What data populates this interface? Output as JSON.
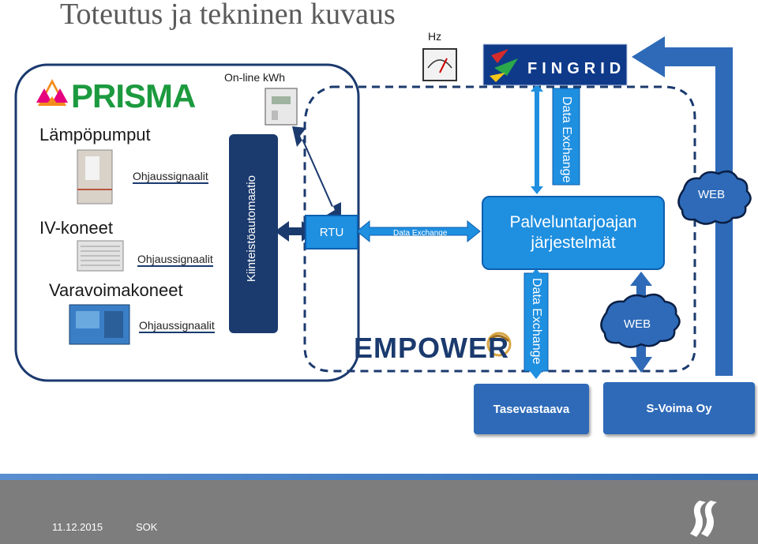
{
  "title": "Toteutus ja tekninen kuvaus",
  "logos": {
    "prisma": "PRISMA",
    "fingrid": "FINGRID",
    "empower": "EMPOWER"
  },
  "labels": {
    "hz": "Hz",
    "online_kwh": "On-line kWh",
    "lampopumput": "Lämpöpumput",
    "iv_koneet": "IV-koneet",
    "varavoimakoneet": "Varavoimakoneet",
    "ohjaussignaalit_1": "Ohjaussignaalit",
    "ohjaussignaalit_2": "Ohjaussignaalit",
    "ohjaussignaalit_3": "Ohjaussignaalit",
    "kiinteistoautomaatio": "Kiinteistöautomaatio",
    "rtu": "RTU",
    "data_exchange_horizontal": "Data Exchange",
    "data_exchange_top": "Data Exchange",
    "data_exchange_bottom": "Data Exchange",
    "palveluntarjoajan_1": "Palveluntarjoajan",
    "palveluntarjoajan_2": "järjestelmät",
    "web_right": "WEB",
    "web_bottom": "WEB",
    "tasevastaava": "Tasevastaava",
    "s_voima": "S-Voima Oy"
  },
  "footer": {
    "date": "11.12.2015",
    "org": "SOK"
  },
  "colors": {
    "primary_blue": "#1f8fe0",
    "dark_blue": "#2e6ab8",
    "navy": "#1b3a6e",
    "prisma_orange": "#f28c1c",
    "fingrid_red": "#d62b2b"
  }
}
